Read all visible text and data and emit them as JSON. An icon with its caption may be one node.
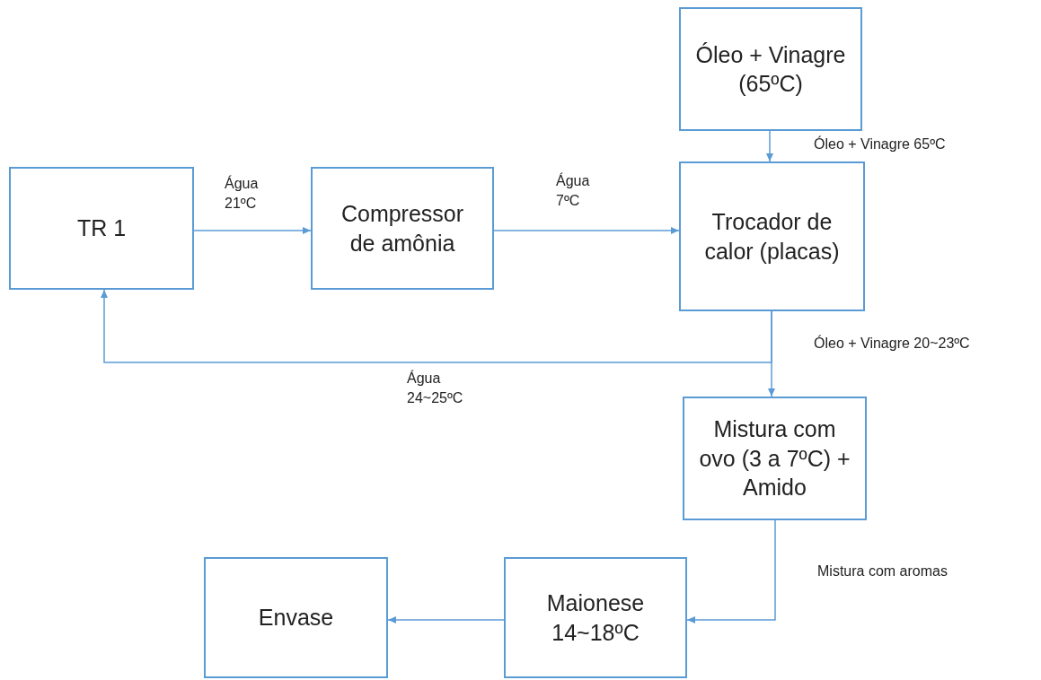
{
  "diagram": {
    "nodes": [
      {
        "text": [
          "TR 1"
        ]
      },
      {
        "text": [
          "Compressor de amônia"
        ]
      },
      {
        "text": [
          "Óleo + Vinagre (65ºC)"
        ]
      },
      {
        "text": [
          "Trocador de calor (placas)"
        ]
      },
      {
        "text": [
          "Mistura com ovo (3 a 7ºC) + Amido"
        ]
      },
      {
        "text": [
          "Maionese 14~18ºC"
        ]
      },
      {
        "text": [
          "Envase"
        ]
      }
    ],
    "edges": [
      {
        "from": 0,
        "to": 1,
        "arrow": "to",
        "label": "Água 21ºC"
      },
      {
        "from": 1,
        "to": 3,
        "arrow": "to",
        "label": "Água 7ºC"
      },
      {
        "from": 2,
        "to": 3,
        "arrow": "to",
        "label": "Óleo + Vinagre 65ºC"
      },
      {
        "from": 3,
        "to": 4,
        "arrow": "to",
        "label": "Óleo + Vinagre 20~23ºC"
      },
      {
        "from": 3,
        "to": 0,
        "arrow": "to",
        "label": "Água 24~25ºC"
      },
      {
        "from": 4,
        "to": 5,
        "arrow": "to",
        "label": "Mistura com aromas"
      },
      {
        "from": 5,
        "to": 6,
        "arrow": "to"
      }
    ]
  }
}
